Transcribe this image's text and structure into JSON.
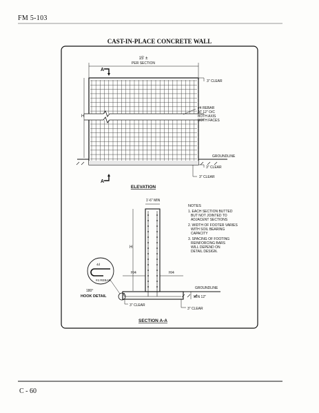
{
  "header": {
    "manual_id": "FM 5-103"
  },
  "footer": {
    "page_number": "C - 60"
  },
  "drawing": {
    "title": "CAST-IN-PLACE CONCRETE WALL",
    "elevation": {
      "label": "ELEVATION",
      "width_label": "15' ±",
      "width_sub": "PER SECTION",
      "section_mark": "A",
      "top_clear": "3\" CLEAR",
      "height_label": "H",
      "rebar_note": [
        "#4 REBAR",
        "AT 12\" O/C",
        "BOTH AXIS",
        "BOTH FACES"
      ],
      "groundline": "GROUNDLINE",
      "bottom_clear": "3\" CLEAR",
      "footing_clear": "3\" CLEAR"
    },
    "section": {
      "label": "SECTION A-A",
      "top_width": "1'-6\" MIN",
      "height_label": "H",
      "left_ext": "H/4",
      "right_ext": "H/4",
      "groundline": "GROUNDLINE",
      "min_depth": "MIN 12\"",
      "clear_left": "3\" CLEAR",
      "clear_right": "3\" CLEAR"
    },
    "hook_detail": {
      "label": "HOOK DETAIL",
      "dim": "4d",
      "angle": "180°",
      "rebar": "#4 REBAR"
    },
    "notes": {
      "heading": "NOTES",
      "items": [
        [
          "1. EACH SECTION BUTTED",
          "BUT NOT JOINTED TO",
          "ADJACENT SECTIONS"
        ],
        [
          "2. WIDTH OF FOOTER VARIES",
          "WITH SOIL BEARING",
          "CAPACITY"
        ],
        [
          "3. SPACING OF FOOTING",
          "REINFORCING BARS",
          "WILL DEPEND ON",
          "DETAIL DESIGN."
        ]
      ]
    }
  }
}
